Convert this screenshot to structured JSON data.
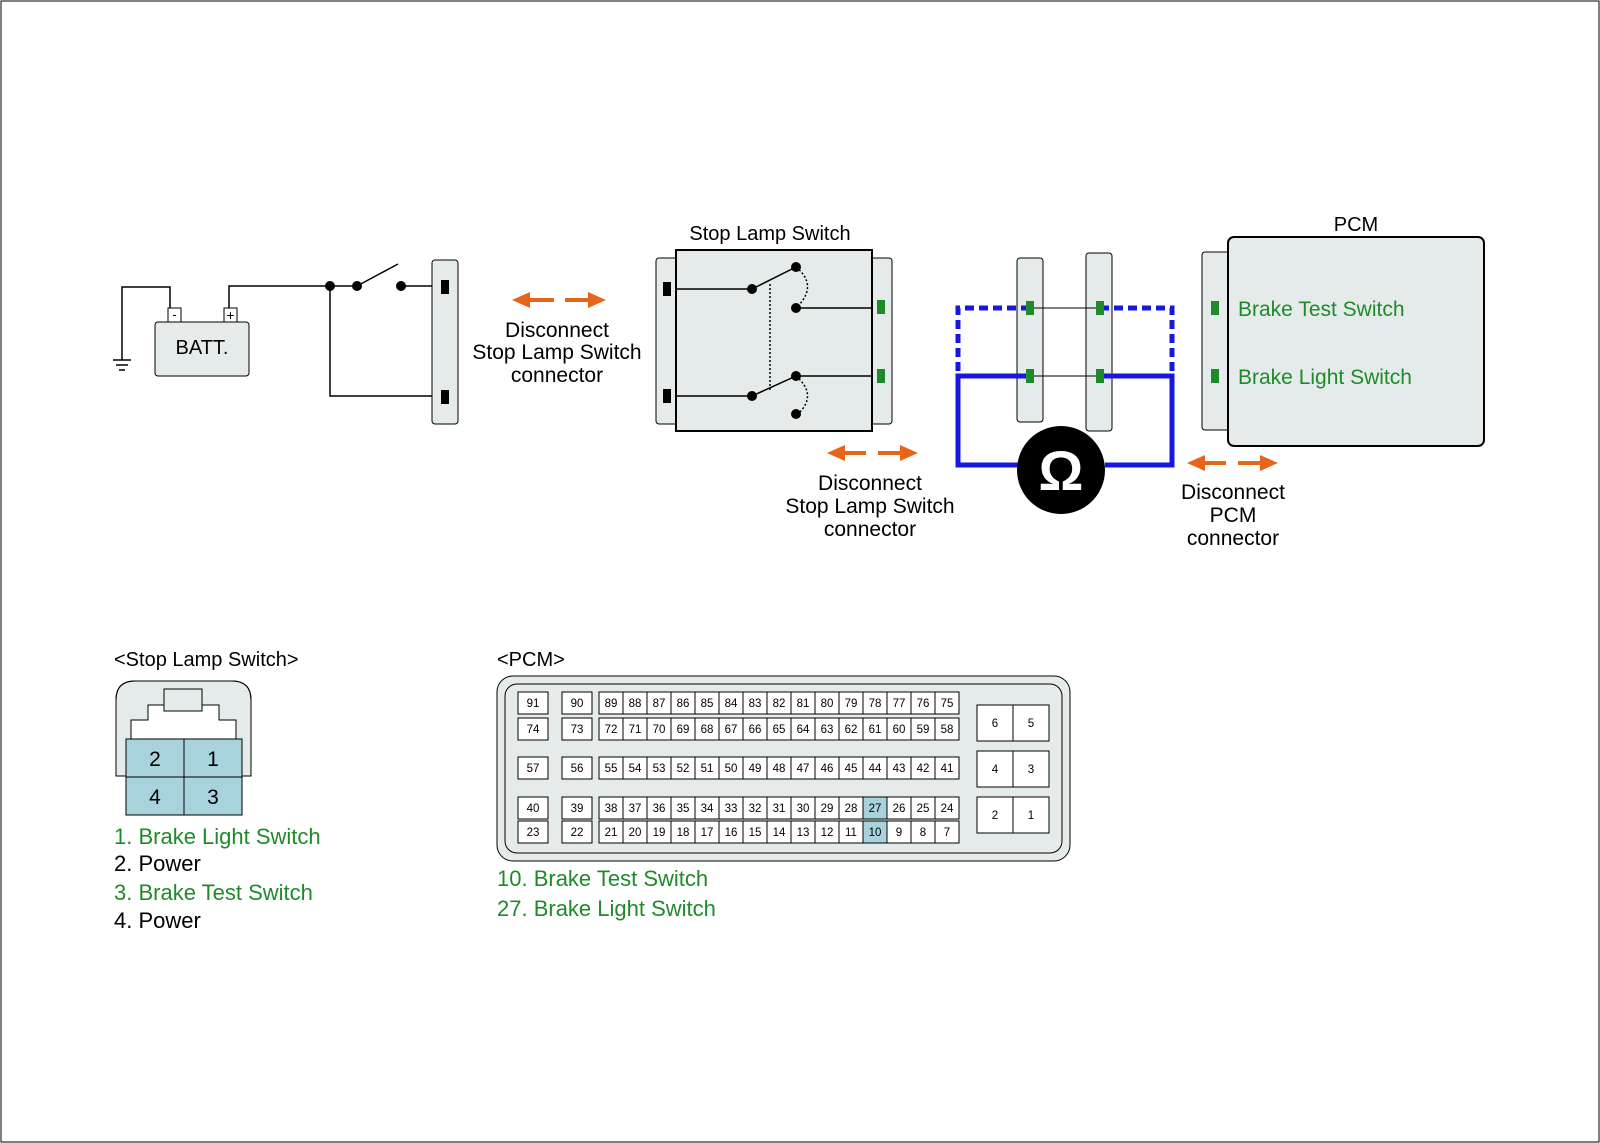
{
  "colors": {
    "line": "#000000",
    "box_fill": "#e4ebea",
    "arrow": "#e8641b",
    "probe": "#1717e0",
    "terminal": "#1f8a2a",
    "label_green": "#1f8a2a",
    "pin_highlight": "#a8d3dc",
    "meter": "#000000"
  },
  "battery": {
    "label": "BATT.",
    "neg": "-",
    "pos": "+"
  },
  "stop_lamp_switch": {
    "title": "Stop Lamp Switch"
  },
  "pcm": {
    "title": "PCM",
    "terminal_labels": [
      "Brake Test Switch",
      "Brake Light Switch"
    ]
  },
  "meter_symbol": "Ω",
  "disconnect_labels": [
    [
      "Disconnect",
      "Stop Lamp Switch",
      "connector"
    ],
    [
      "Disconnect",
      "Stop Lamp Switch",
      "connector"
    ],
    [
      "Disconnect",
      "PCM",
      "connector"
    ]
  ],
  "sls_connector": {
    "title": "<Stop Lamp Switch>",
    "pins": [
      "2",
      "1",
      "4",
      "3"
    ],
    "legend": [
      {
        "text": "1. Brake Light Switch",
        "highlight": true
      },
      {
        "text": "2. Power",
        "highlight": false
      },
      {
        "text": "3. Brake Test Switch",
        "highlight": true
      },
      {
        "text": "4. Power",
        "highlight": false
      }
    ]
  },
  "pcm_connector": {
    "title": "<PCM>",
    "row1_top": [
      "89",
      "88",
      "87",
      "86",
      "85",
      "84",
      "83",
      "82",
      "81",
      "80",
      "79",
      "78",
      "77",
      "76",
      "75"
    ],
    "row1_bottom": [
      "72",
      "71",
      "70",
      "69",
      "68",
      "67",
      "66",
      "65",
      "64",
      "63",
      "62",
      "61",
      "60",
      "59",
      "58"
    ],
    "row2": [
      "55",
      "54",
      "53",
      "52",
      "51",
      "50",
      "49",
      "48",
      "47",
      "46",
      "45",
      "44",
      "43",
      "42",
      "41"
    ],
    "row3_top": [
      "38",
      "37",
      "36",
      "35",
      "34",
      "33",
      "32",
      "31",
      "30",
      "29",
      "28",
      "27",
      "26",
      "25",
      "24"
    ],
    "row3_bottom": [
      "21",
      "20",
      "19",
      "18",
      "17",
      "16",
      "15",
      "14",
      "13",
      "12",
      "11",
      "10",
      "9",
      "8",
      "7"
    ],
    "left_a": [
      "91",
      "74"
    ],
    "left_b": [
      "90",
      "73"
    ],
    "left_c": [
      "57"
    ],
    "left_d": [
      "56"
    ],
    "left_e": [
      "40",
      "23"
    ],
    "left_f": [
      "39",
      "22"
    ],
    "right_blocks": [
      [
        "6",
        "5"
      ],
      [
        "4",
        "3"
      ],
      [
        "2",
        "1"
      ]
    ],
    "highlighted": [
      "27",
      "10"
    ],
    "legend": [
      "10. Brake Test Switch",
      "27. Brake Light Switch"
    ]
  }
}
